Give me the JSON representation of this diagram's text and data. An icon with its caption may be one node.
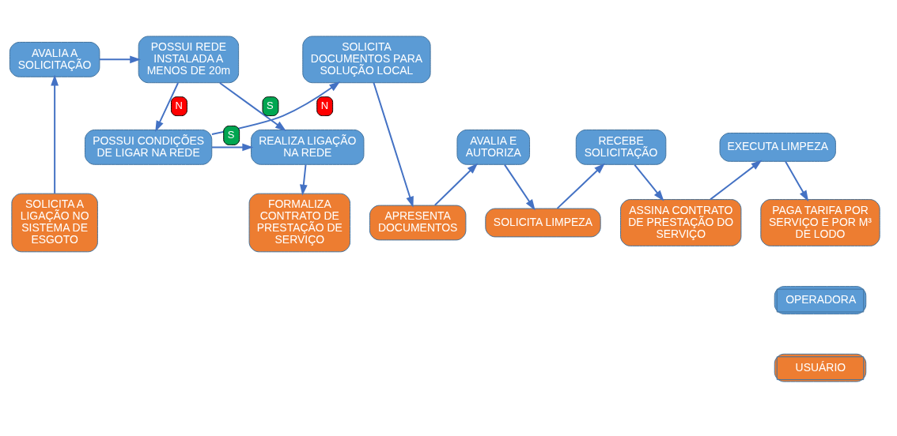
{
  "diagram": {
    "nodes": [
      {
        "text": [
          "AVALIA A SOLICITAÇÃO"
        ]
      },
      {
        "text": [
          "POSSUI REDE INSTALADA A MENOS DE 20m"
        ]
      },
      {
        "text": [
          "SOLICITA DOCUMENTOS PARA SOLUÇÃO LOCAL"
        ]
      },
      {
        "text": [
          "RECEBE SOLICITAÇÃO"
        ]
      },
      {
        "text": [
          "EXECUTA LIMPEZA"
        ]
      },
      {
        "text": [
          "REALIZA LIGAÇÃO NA REDE"
        ]
      },
      {
        "text": [
          "POSSUI CONDIÇÕES DE LIGAR NA REDE"
        ]
      },
      {
        "text": [
          "AVALIA E AUTORIZA"
        ]
      },
      {
        "text": [
          "PAGA TARIFA POR SERVIÇO E POR M³ DE LODO"
        ]
      },
      {
        "text": [
          "SOLICITA A LIGAÇÃO NO SISTEMA DE ESGOTO"
        ]
      },
      {
        "text": [
          "FORMALIZA CONTRATO DE PRESTAÇÃO DE SERVIÇO"
        ]
      },
      {
        "text": [
          "APRESENTA DOCUMENTOS"
        ]
      },
      {
        "text": [
          "SOLICITA LIMPEZA"
        ]
      },
      {
        "text": [
          "ASSINA CONTRATO DE PRESTAÇÃO DO SERVIÇO"
        ]
      }
    ],
    "edges": [
      {
        "from": 9,
        "to": 0,
        "arrow": "to"
      },
      {
        "from": 0,
        "to": 1,
        "arrow": "to"
      },
      {
        "from": 1,
        "to": 5,
        "arrow": "to",
        "label": "S"
      },
      {
        "from": 1,
        "to": 6,
        "arrow": "to",
        "label": "N"
      },
      {
        "from": 6,
        "to": 2,
        "arrow": "to",
        "label": "N"
      },
      {
        "from": 6,
        "to": 5,
        "arrow": "to",
        "label": "S"
      },
      {
        "from": 5,
        "to": 10,
        "arrow": "to"
      },
      {
        "from": 2,
        "to": 11,
        "arrow": "to"
      },
      {
        "from": 11,
        "to": 7,
        "arrow": "to"
      },
      {
        "from": 7,
        "to": 12,
        "arrow": "to"
      },
      {
        "from": 12,
        "to": 3,
        "arrow": "to"
      },
      {
        "from": 3,
        "to": 13,
        "arrow": "to"
      },
      {
        "from": 13,
        "to": 4,
        "arrow": "to"
      },
      {
        "from": 4,
        "to": 8,
        "arrow": "to"
      }
    ],
    "legend": [
      {
        "text": "OPERADORA",
        "color": "#5b9bd5"
      },
      {
        "text": "USUÁRIO",
        "color": "#ed7d31"
      }
    ]
  }
}
